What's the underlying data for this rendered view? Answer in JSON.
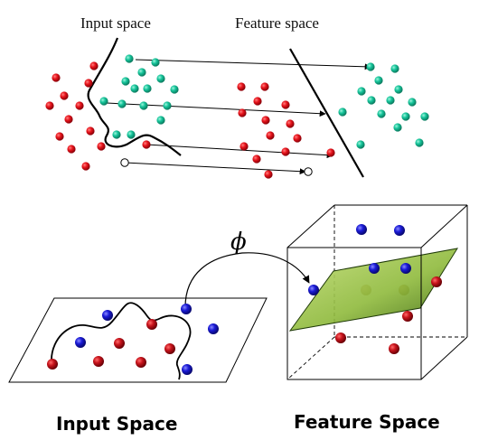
{
  "top_panel": {
    "input_label": "Input space",
    "feature_label": "Feature space"
  },
  "bottom_panel": {
    "input_label": "Input Space",
    "feature_label": "Feature Space",
    "mapping_symbol": "ϕ"
  },
  "colors": {
    "red_point": "#e8141c",
    "teal_point": "#16c59b",
    "blue_point": "#1a1ad6",
    "dark_red_point": "#c8141c",
    "plane_fill": "#8fba3c",
    "line": "#000000"
  },
  "icons": {
    "decision-curve": "wiggly-boundary-icon",
    "separating-line": "linear-boundary-icon",
    "mapping-arrow": "curved-arrow-icon"
  }
}
